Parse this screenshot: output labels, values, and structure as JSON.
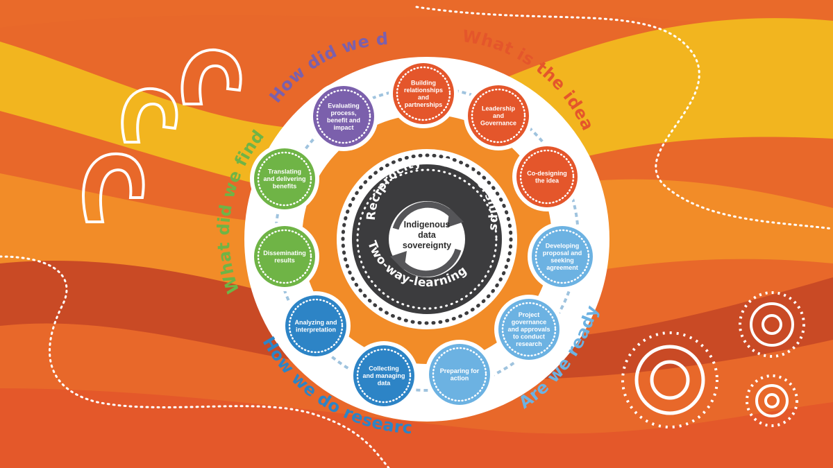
{
  "colors": {
    "orange_bg": "#e8682a",
    "yellow_band": "#f2b51f",
    "light_orange_band": "#f28c28",
    "dark_red_band": "#c94a25",
    "red_node": "#e4562b",
    "blue_node": "#6cb2e2",
    "mid_blue_node": "#2d84c6",
    "green_node": "#6fb446",
    "purple_node": "#7b60ac",
    "ring_dark": "#3c3c3e"
  },
  "center": {
    "lines": [
      "Indigenous",
      "data",
      "sovereignty"
    ]
  },
  "ring_words": {
    "top": "Reciprocity",
    "right": "Partnerships",
    "bottom": "Two-way-learning"
  },
  "stage_labels": {
    "idea": "What is the idea",
    "ready": "Are we ready",
    "research": "How we do research",
    "find": "What did we find",
    "did": "How did we do"
  },
  "nodes": [
    {
      "id": "building",
      "lines": [
        "Building",
        "relationships",
        "and",
        "partnerships"
      ],
      "color": "#e4562b"
    },
    {
      "id": "leadership",
      "lines": [
        "Leadership",
        "and",
        "Governance"
      ],
      "color": "#e4562b"
    },
    {
      "id": "codesign",
      "lines": [
        "Co-designing",
        "the idea"
      ],
      "color": "#e4562b"
    },
    {
      "id": "proposal",
      "lines": [
        "Developing",
        "proposal and",
        "seeking",
        "agreement"
      ],
      "color": "#6cb2e2"
    },
    {
      "id": "governance",
      "lines": [
        "Project",
        "governance",
        "and approvals",
        "to conduct",
        "research"
      ],
      "color": "#6cb2e2"
    },
    {
      "id": "preparing",
      "lines": [
        "Preparing for",
        "action"
      ],
      "color": "#6cb2e2"
    },
    {
      "id": "collecting",
      "lines": [
        "Collecting",
        "and managing",
        "data"
      ],
      "color": "#2d84c6"
    },
    {
      "id": "analyzing",
      "lines": [
        "Analyzing and",
        "interpretation"
      ],
      "color": "#2d84c6"
    },
    {
      "id": "disseminating",
      "lines": [
        "Disseminating",
        "results"
      ],
      "color": "#6fb446"
    },
    {
      "id": "translating",
      "lines": [
        "Translating",
        "and delivering",
        "benefits"
      ],
      "color": "#6fb446"
    },
    {
      "id": "evaluating",
      "lines": [
        "Evaluating",
        "process,",
        "benefit and",
        "impact"
      ],
      "color": "#7b60ac"
    }
  ]
}
